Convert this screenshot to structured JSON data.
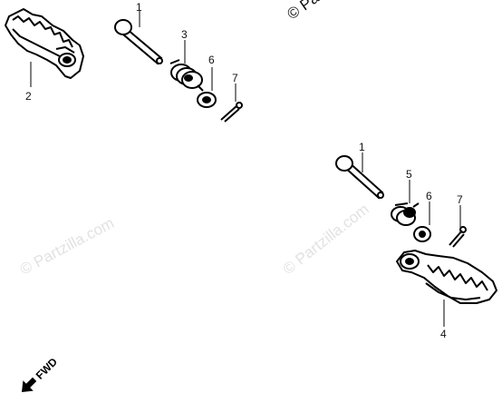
{
  "diagram": {
    "callouts": {
      "left_peg": "2",
      "left_pin": "1",
      "left_spring": "3",
      "left_washer": "6",
      "left_cotter": "7",
      "right_pin": "1",
      "right_spring": "5",
      "right_washer": "6",
      "right_cotter": "7",
      "right_peg": "4"
    },
    "watermarks": {
      "top": "© Pa",
      "center_left": "© Partzilla.com",
      "center_right": "© Partzilla.com"
    },
    "fwd_label": "FWD"
  }
}
